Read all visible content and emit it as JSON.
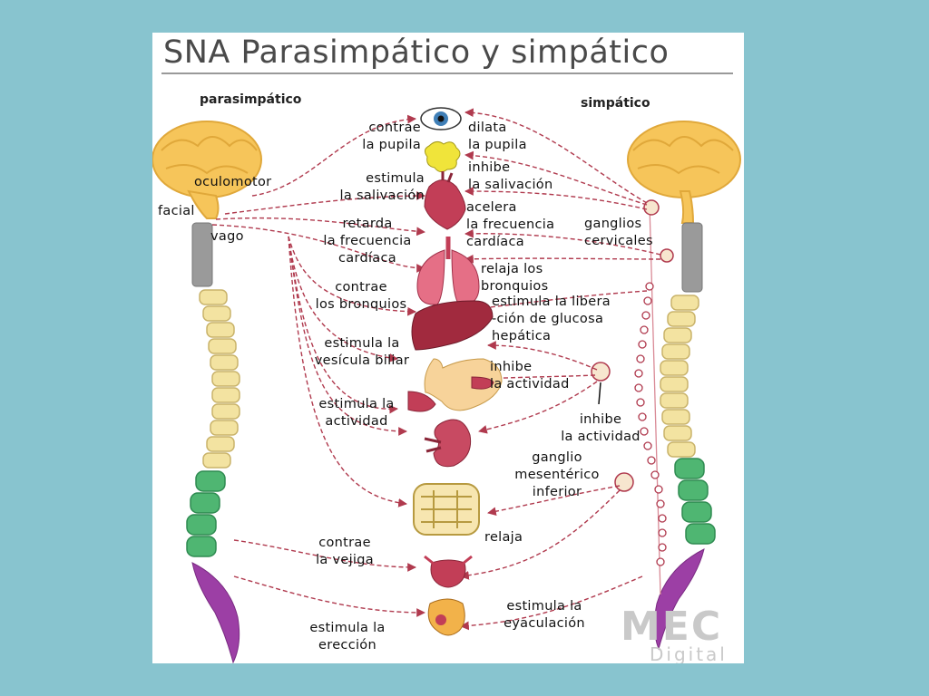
{
  "title": "SNA Parasimpático y simpático",
  "header_left": "parasimpático",
  "header_right": "simpático",
  "nerves": {
    "oculomotor": "oculomotor",
    "facial": "facial",
    "vago": "vago"
  },
  "left_labels": {
    "pupil": [
      "contrae",
      "la pupila"
    ],
    "saliva": [
      "estimula",
      "la salivación"
    ],
    "heart": [
      "retarda",
      "la frecuencia",
      "cardíaca"
    ],
    "bronchi": [
      "contrae",
      "los bronquios"
    ],
    "gallbladder": [
      "estimula la",
      "vesícula biliar"
    ],
    "activity": [
      "estimula la",
      "actividad"
    ],
    "bladder": [
      "contrae",
      "la vejiga"
    ],
    "erection": [
      "estimula la",
      "erección"
    ]
  },
  "right_labels": {
    "pupil": [
      "dilata",
      "la pupila"
    ],
    "saliva": [
      "inhibe",
      "la salivación"
    ],
    "heart": [
      "acelera",
      "la frecuencia",
      "cardíaca"
    ],
    "bronchi": [
      "relaja los",
      "bronquios"
    ],
    "glucose": [
      "estimula la libera",
      "-ción de glucosa",
      "hepática"
    ],
    "stomach": [
      "inhibe",
      "la actividad"
    ],
    "pancreas": [
      "inhibe",
      "la actividad"
    ],
    "intestine": [
      "relaja"
    ],
    "ejaculation": [
      "estimula la",
      "eyaculación"
    ]
  },
  "ganglia": {
    "cervical": [
      "ganglios",
      "cervicales"
    ],
    "mesenteric": [
      "ganglio",
      "mesentérico",
      "inferior"
    ]
  },
  "logo": {
    "main": "MEC",
    "sub": "Digital"
  },
  "colors": {
    "background": "#88c4cf",
    "arrow": "#b03a4e",
    "brain": "#f6c55a",
    "organ": "#c23e57"
  }
}
